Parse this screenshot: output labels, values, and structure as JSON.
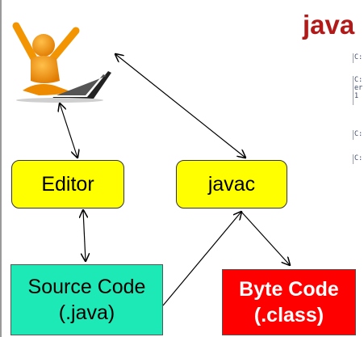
{
  "title": "java",
  "console_lines": [
    "C:",
    "C:",
    "er",
    "1",
    "C:",
    "C:"
  ],
  "nodes": {
    "editor": {
      "label": "Editor"
    },
    "javac": {
      "label": "javac"
    },
    "source": {
      "line1": "Source Code",
      "line2": "(.java)"
    },
    "bytecode": {
      "line1": "Byte Code",
      "line2": "(.class)"
    }
  },
  "colors": {
    "title": "#b21a1a",
    "editor_fill": "#ffff00",
    "javac_fill": "#ffff00",
    "source_fill": "#1de9b6",
    "bytecode_fill": "#ff0000",
    "bytecode_text": "#ffffff"
  },
  "illustration": {
    "icon": "person-with-laptop-icon",
    "description_shown": false
  }
}
